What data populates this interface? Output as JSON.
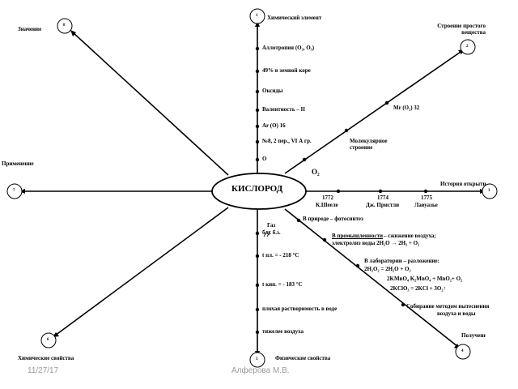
{
  "center": {
    "label": "КИСЛОРОД"
  },
  "branches": {
    "top": "Химический элемент",
    "top_right": "Строение простого вещества",
    "right": "История открытия",
    "bottom_right": "Получение",
    "bottom": "Физические свойства",
    "bottom_left": "Химические свойства",
    "left": "Применение",
    "top_left": "Значение"
  },
  "branch_numbers": [
    "1",
    "2",
    "3",
    "4",
    "5",
    "6",
    "7",
    "8"
  ],
  "element_items": [
    "Аллотропия (O₂, O₃)",
    "49% в земной коре",
    "Оксиды",
    "Валентность – II",
    "Ar (O) 16",
    "№8, 2 пер., VI А гр.",
    "O"
  ],
  "structure": {
    "mr": "Mr (O₂)    32",
    "molecular": "Молекулярное",
    "molecular2": "строение",
    "formula": "O₂"
  },
  "history": [
    {
      "year": "1772",
      "name": "К.Шееле"
    },
    {
      "year": "1774",
      "name": "Дж. Пристли"
    },
    {
      "year": "1775",
      "name": "Лавуазье"
    }
  ],
  "production": {
    "nature": "В природе – фотосинтез",
    "industry_title": "В промышленности",
    "industry_text": "– сжижение воздуха;",
    "electrolysis": "электролиз воды 2H₂O → 2H₂ + O₂",
    "lab_title": "В лаборатории – разложение:",
    "eq1": "2H₂O₂ = 2H₂O + O₂",
    "eq2": "2KMnO₄    K₂MnO₄ + MnO₂+ O₂",
    "eq3": "2KClO₃ = 2KCl + 3O₂↑",
    "collect": "Собирание методом вытеснения",
    "collect2": "воздуха и воды"
  },
  "physical_items": [
    "Газ",
    "б.ц. б.з.",
    "t пл. = - 218 °С",
    "t кип. = - 183 °С",
    "плохая растворимость в воде",
    "тяжелее воздуха"
  ],
  "footer": {
    "date": "11/27/17",
    "author": "Алферова М.В."
  }
}
